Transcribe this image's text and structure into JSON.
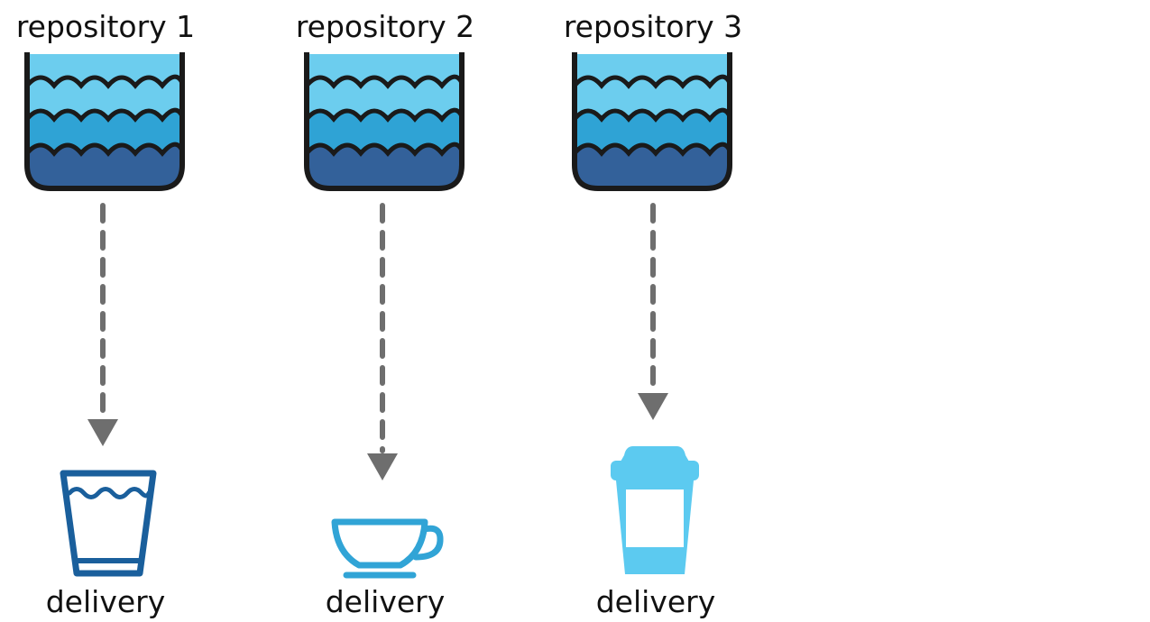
{
  "colors": {
    "outline": "#1a1a1a",
    "water_light": "#6ccdee",
    "water_mid": "#2fa3d5",
    "water_deep": "#33619a",
    "arrow": "#6e6e6e",
    "glass": "#1a5f9c",
    "cup": "#31a4d6",
    "takeaway": "#5ccaf0"
  },
  "columns": [
    {
      "repository_label": "repository 1",
      "repository_icon": "water-tank-icon",
      "delivery_label": "delivery",
      "delivery_icon": "water-glass-icon"
    },
    {
      "repository_label": "repository 2",
      "repository_icon": "water-tank-icon",
      "delivery_label": "delivery",
      "delivery_icon": "coffee-cup-icon"
    },
    {
      "repository_label": "repository 3",
      "repository_icon": "water-tank-icon",
      "delivery_label": "delivery",
      "delivery_icon": "takeaway-cup-icon"
    }
  ]
}
